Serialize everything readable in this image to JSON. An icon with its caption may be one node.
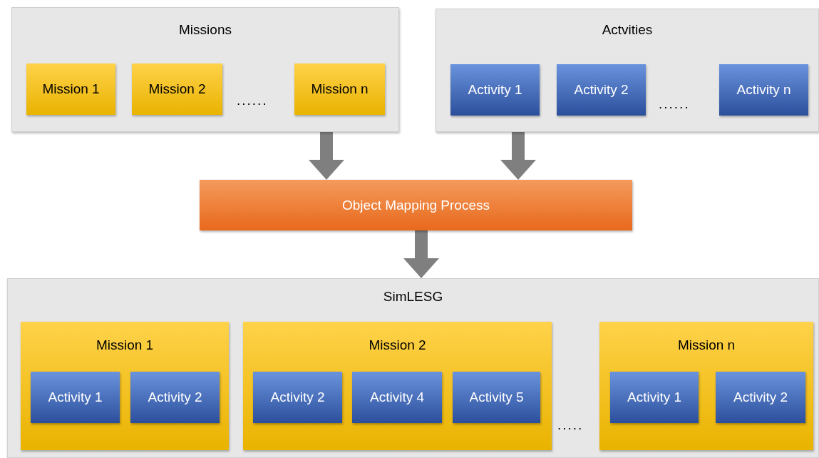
{
  "diagram": {
    "nodes": [
      {
        "text": [
          "Missions"
        ]
      },
      {
        "text": [
          "Mission 1"
        ],
        "in": 0
      },
      {
        "text": [
          "Mission 2"
        ],
        "in": 0
      },
      {
        "text": [
          "Mission n"
        ],
        "in": 0
      },
      {
        "text": [
          "Actvities"
        ]
      },
      {
        "text": [
          "Activity 1"
        ],
        "in": 4
      },
      {
        "text": [
          "Activity 2"
        ],
        "in": 4
      },
      {
        "text": [
          "Activity n"
        ],
        "in": 4
      },
      {
        "text": [
          "Object Mapping Process"
        ]
      },
      {
        "text": [
          "SimLESG"
        ]
      },
      {
        "text": [
          "Mission 1"
        ],
        "in": 9
      },
      {
        "text": [
          "Activity 1"
        ],
        "in": 10
      },
      {
        "text": [
          "Activity 2"
        ],
        "in": 10
      },
      {
        "text": [
          "Mission 2"
        ],
        "in": 9
      },
      {
        "text": [
          "Activity 2"
        ],
        "in": 13
      },
      {
        "text": [
          "Activity 4"
        ],
        "in": 13
      },
      {
        "text": [
          "Activity 5"
        ],
        "in": 13
      },
      {
        "text": [
          "Mission n"
        ],
        "in": 9
      },
      {
        "text": [
          "Activity 1"
        ],
        "in": 17
      },
      {
        "text": [
          "Activity 2"
        ],
        "in": 17
      }
    ],
    "edges": [
      {
        "from": 0,
        "to": 8,
        "arrow": "to"
      },
      {
        "from": 4,
        "to": 8,
        "arrow": "to"
      },
      {
        "from": 8,
        "to": 9,
        "arrow": "to"
      }
    ],
    "labels": [
      "......",
      "......",
      "....."
    ]
  }
}
